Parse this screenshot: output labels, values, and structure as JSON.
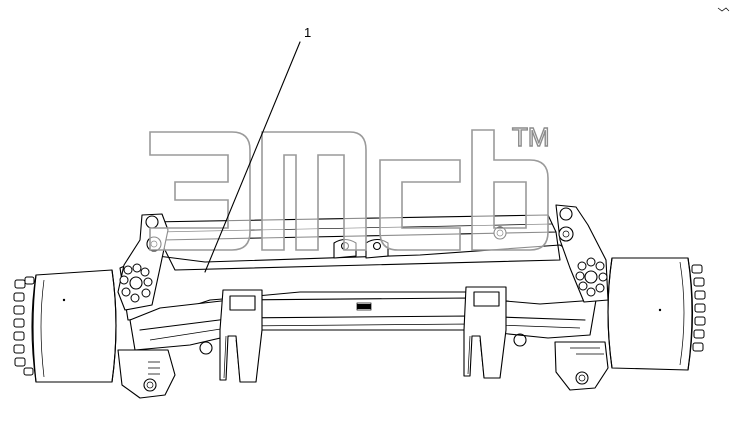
{
  "diagram": {
    "callouts": [
      {
        "id": "1",
        "label": "1"
      }
    ],
    "watermark": {
      "trademark": "TM"
    },
    "colors": {
      "line": "#000000",
      "watermark_outline": "#9a9a9a",
      "background": "#ffffff"
    }
  }
}
